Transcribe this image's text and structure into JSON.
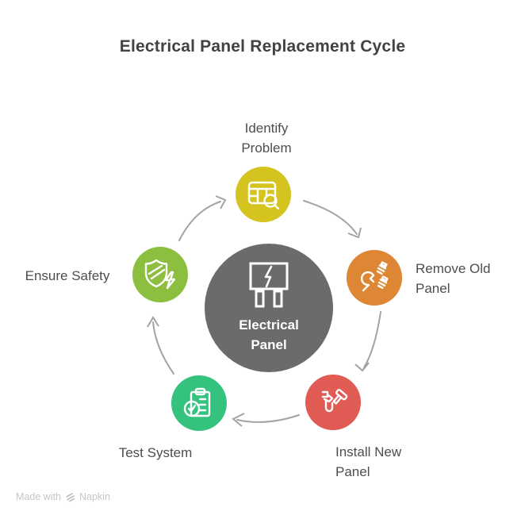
{
  "title": "Electrical Panel Replacement Cycle",
  "center": {
    "label": "Electrical Panel",
    "color": "#6b6b6b",
    "icon": "electrical-panel-icon"
  },
  "nodes": [
    {
      "id": "identify-problem",
      "label": "Identify Problem",
      "color": "#d5c31f",
      "icon": "panel-search-icon"
    },
    {
      "id": "remove-old-panel",
      "label": "Remove Old Panel",
      "color": "#dd8633",
      "icon": "wrench-screws-icon"
    },
    {
      "id": "install-new-panel",
      "label": "Install New Panel",
      "color": "#e05b54",
      "icon": "hammer-tools-icon"
    },
    {
      "id": "test-system",
      "label": "Test System",
      "color": "#35c27e",
      "icon": "clipboard-check-icon"
    },
    {
      "id": "ensure-safety",
      "label": "Ensure Safety",
      "color": "#8cbf3f",
      "icon": "shield-bolt-icon"
    }
  ],
  "arrows": {
    "color": "#a3a3a3"
  },
  "watermark": {
    "prefix": "Made with",
    "brand": "Napkin"
  }
}
